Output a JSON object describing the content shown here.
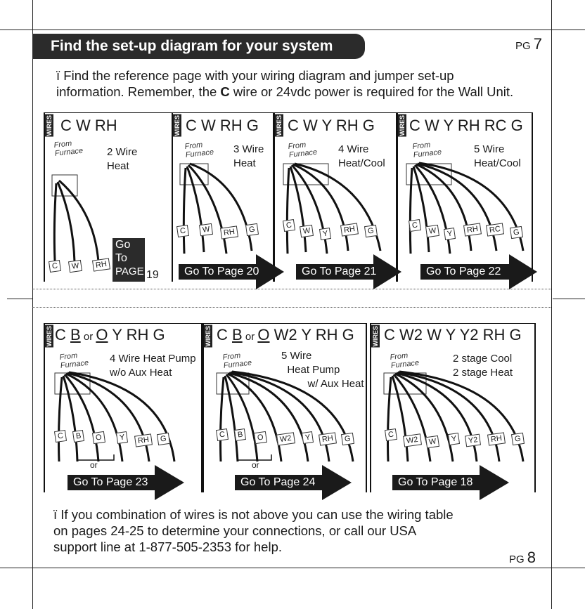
{
  "header": {
    "title": "Find the set-up diagram for your system"
  },
  "page_numbers": {
    "top_prefix": "PG",
    "top_num": "7",
    "bottom_prefix": "PG",
    "bottom_num": "8"
  },
  "intro": {
    "bullet": "ï",
    "line1": "Find the reference page with your wiring diagram and jumper set-up",
    "line2a": "information. Remember, the ",
    "line2b": "C",
    "line2c": " wire or 24vdc power is required for the Wall Unit."
  },
  "wires_label": "WIRES",
  "from_label": "From\nFurnace",
  "or_label": "or",
  "panels": [
    {
      "title": "C  W  RH",
      "desc": "2 Wire\nHeat",
      "terminals": [
        "C",
        "W",
        "RH"
      ],
      "goto_lines": [
        "Go",
        "To"
      ],
      "goto_page_word": "PAGE",
      "goto_page_num": "19"
    },
    {
      "title": "C W RH G",
      "desc": "3 Wire\nHeat",
      "terminals": [
        "C",
        "W",
        "RH",
        "G"
      ],
      "goto": "Go To Page 20"
    },
    {
      "title": "C W Y RH G",
      "desc": "4 Wire\nHeat/Cool",
      "terminals": [
        "C",
        "W",
        "Y",
        "RH",
        "G"
      ],
      "goto": "Go To Page 21"
    },
    {
      "title": "C W Y RH RC G",
      "desc": "5 Wire\nHeat/Cool",
      "terminals": [
        "C",
        "W",
        "Y",
        "RH",
        "RC",
        "G"
      ],
      "goto": "Go To Page  22"
    },
    {
      "title_a": "C ",
      "title_b": "B",
      "title_or": " or ",
      "title_c": "O",
      "title_d": "  Y RH G",
      "desc": "4 Wire Heat Pump\nw/o Aux Heat",
      "terminals": [
        "C",
        "B",
        "O",
        "Y",
        "RH",
        "G"
      ],
      "goto": "Go To Page 23"
    },
    {
      "title_a": "C ",
      "title_b": "B",
      "title_or": " or ",
      "title_c": "O",
      "title_d": "  W2 Y RH G",
      "desc": "5 Wire\n  Heat Pump\n         w/ Aux Heat",
      "terminals": [
        "C",
        "B",
        "O",
        "W2",
        "Y",
        "RH",
        "G"
      ],
      "goto": "Go To Page 24"
    },
    {
      "title": "C W2 W Y Y2 RH G",
      "desc": "2 stage Cool\n2 stage Heat",
      "terminals": [
        "C",
        "W2",
        "W",
        "Y",
        "Y2",
        "RH",
        "G"
      ],
      "goto": "Go To Page 18"
    }
  ],
  "outro": {
    "bullet": "ï",
    "line1": "If you combination of wires is not above you can use the wiring table",
    "line2": "on pages 24-25 to determine your connections, or call our USA",
    "line3": "support line at 1-877-505-2353 for help."
  }
}
